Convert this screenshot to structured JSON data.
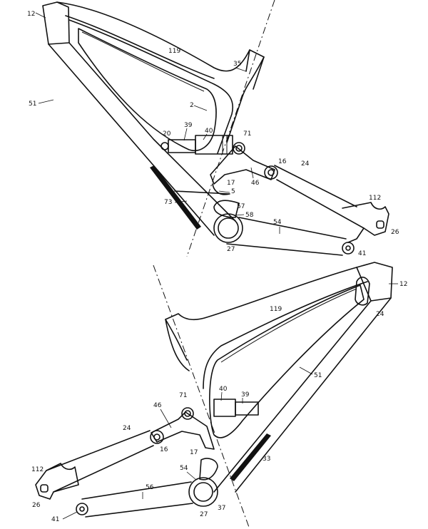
{
  "figure_top": {
    "labels": {
      "head_tube": "12",
      "top_tube": "119",
      "seat_tube_top": "35",
      "frame_opening": "2",
      "down_tube": "51",
      "shock_mount": "20",
      "shock_body": "39",
      "shock_reservoir": "40",
      "rocker_pivot": "71",
      "seatstay_pivot": "16",
      "seatstay": "24",
      "rocker": "46",
      "link": "17",
      "link_pivot": "5",
      "guard": "57",
      "guard_edge": "58",
      "down_tube_protector": "73",
      "chainstay": "54",
      "dropout": "112",
      "axle": "26",
      "bottom_bracket": "27",
      "chainstay_pivot": "41"
    }
  },
  "figure_bottom": {
    "labels": {
      "head_tube": "12",
      "top_tube": "119",
      "cable_port": "24",
      "down_tube": "51",
      "shock_reservoir": "40",
      "shock_body": "39",
      "rocker_pivot": "71",
      "rocker": "46",
      "seatstay": "24",
      "seatstay_pivot": "16",
      "link": "17",
      "guard": "54",
      "down_tube_protector": "33",
      "dropout": "112",
      "axle": "26",
      "chainstay": "56",
      "chainstay_pivot": "41",
      "bottom_bracket": "27",
      "bb_bolt": "37"
    }
  }
}
